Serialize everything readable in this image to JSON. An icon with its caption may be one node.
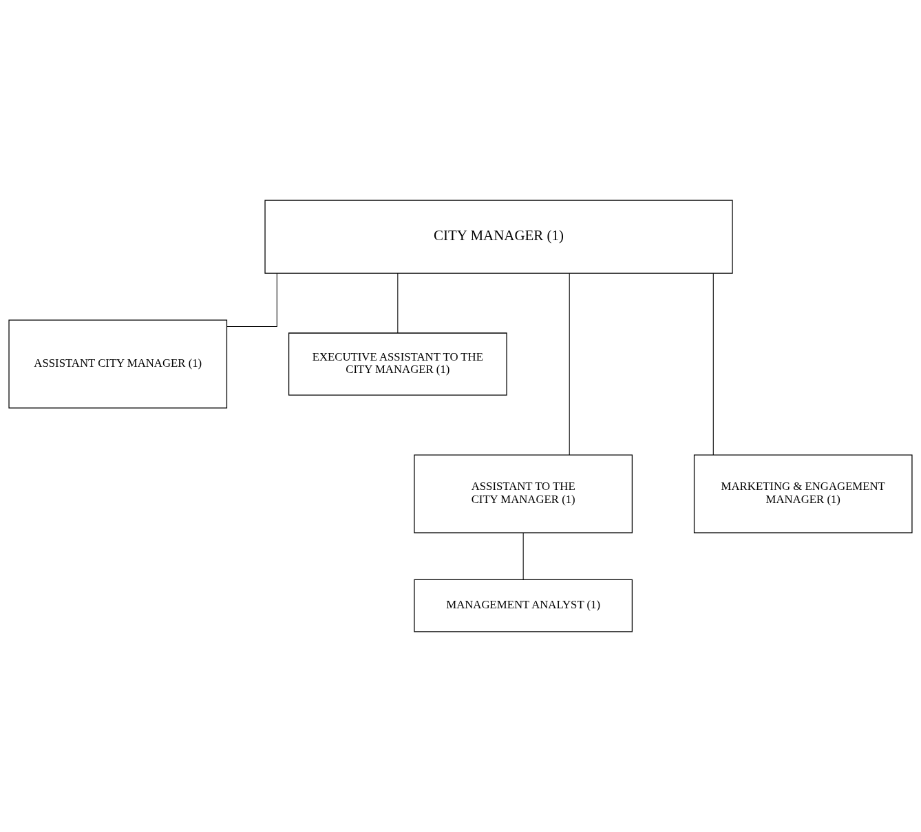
{
  "diagram": {
    "nodes": [
      {
        "text": [
          "CITY MANAGER (1)"
        ]
      },
      {
        "text": [
          "ASSISTANT CITY MANAGER (1)"
        ]
      },
      {
        "text": [
          "EXECUTIVE ASSISTANT TO THE CITY MANAGER (1)"
        ]
      },
      {
        "text": [
          "ASSISTANT TO THE CITY MANAGER (1)"
        ]
      },
      {
        "text": [
          "MARKETING & ENGAGEMENT MANAGER (1)"
        ]
      },
      {
        "text": [
          "MANAGEMENT ANALYST (1)"
        ]
      }
    ],
    "edges": [
      {
        "from": 0,
        "to": 1,
        "arrow": "none"
      },
      {
        "from": 0,
        "to": 2,
        "arrow": "none"
      },
      {
        "from": 0,
        "to": 3,
        "arrow": "none"
      },
      {
        "from": 0,
        "to": 4,
        "arrow": "none"
      },
      {
        "from": 3,
        "to": 5,
        "arrow": "none"
      }
    ]
  }
}
